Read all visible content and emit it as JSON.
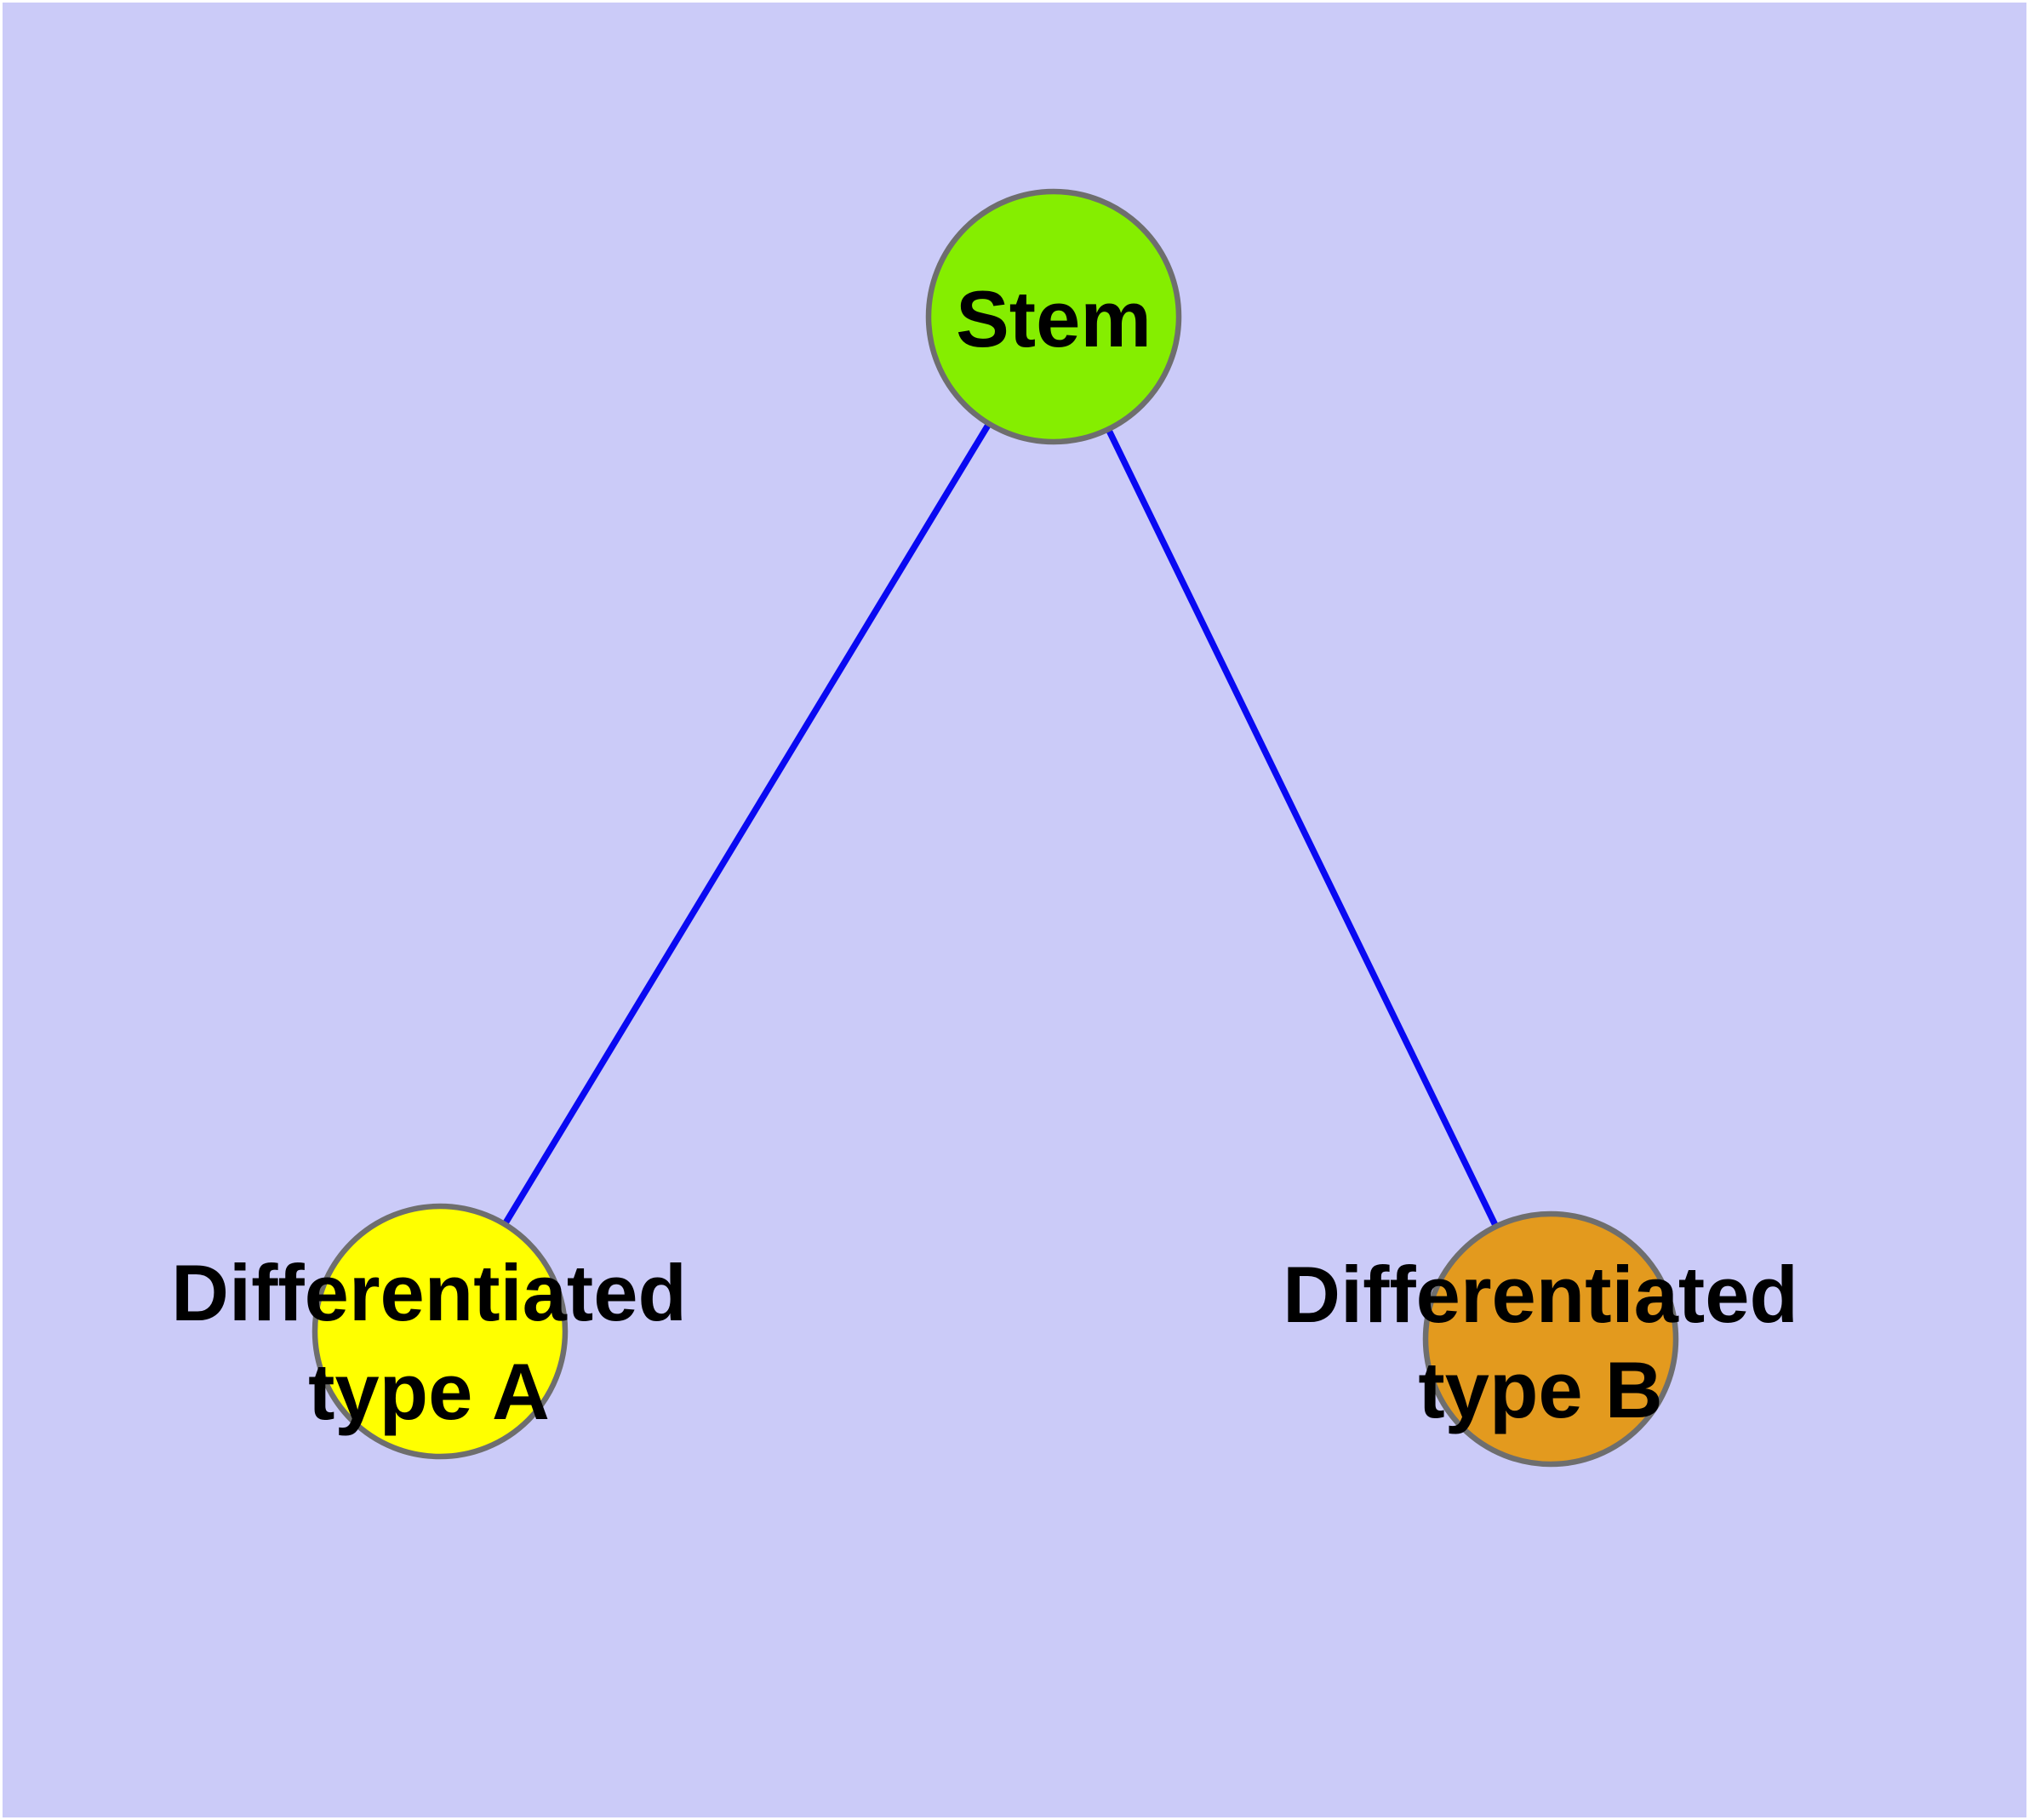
{
  "canvas": {
    "background_color": "#cbcbf8",
    "frame_color": "#ffffff",
    "edge_color": "#0909f2",
    "node_border_color": "#6e6e6e",
    "label_color": "#000000"
  },
  "nodes": [
    {
      "id": "stem",
      "label_lines": [
        "Stem"
      ],
      "fill_color": "#85ee00"
    },
    {
      "id": "differentiated-type-a",
      "label_lines": [
        "Differentiated",
        "type A"
      ],
      "fill_color": "#ffff00"
    },
    {
      "id": "differentiated-type-b",
      "label_lines": [
        "Differentiated",
        "type B"
      ],
      "fill_color": "#e39a1e"
    }
  ],
  "graph": {
    "type": "node-link-diagram",
    "edges": [
      {
        "from": "stem",
        "to": "differentiated-type-a"
      },
      {
        "from": "stem",
        "to": "differentiated-type-b"
      }
    ]
  }
}
